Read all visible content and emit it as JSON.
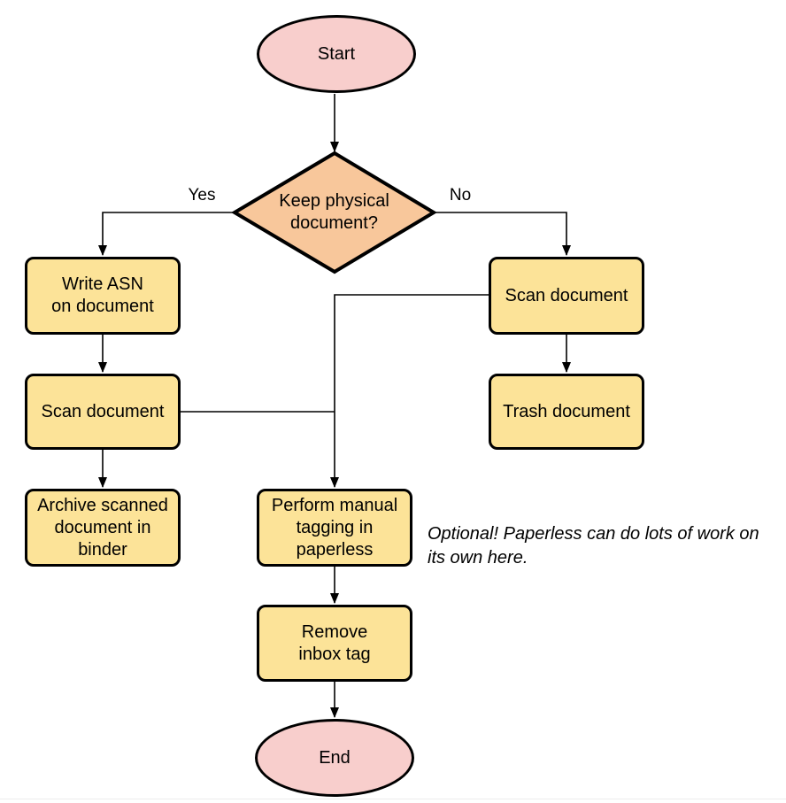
{
  "theme": {
    "page_bg": "#ffffff",
    "node_yellow": "#FCE398",
    "node_pink": "#F8CECC",
    "node_orange": "#F8C79B",
    "stroke": "#000000"
  },
  "flowchart": {
    "nodes": {
      "start": {
        "label": "Start"
      },
      "decision": {
        "label": "Keep physical\ndocument?"
      },
      "write_asn": {
        "label": "Write ASN\non document"
      },
      "scan_left": {
        "label": "Scan document"
      },
      "archive": {
        "label": "Archive scanned\ndocument in\nbinder"
      },
      "scan_right": {
        "label": "Scan document"
      },
      "trash": {
        "label": "Trash document"
      },
      "tagging": {
        "label": "Perform manual\ntagging in\npaperless"
      },
      "remove_inbox": {
        "label": "Remove\ninbox tag"
      },
      "end": {
        "label": "End"
      }
    },
    "edge_labels": {
      "yes": "Yes",
      "no": "No"
    },
    "annotation": "Optional! Paperless can do lots of work on\nits own here."
  }
}
